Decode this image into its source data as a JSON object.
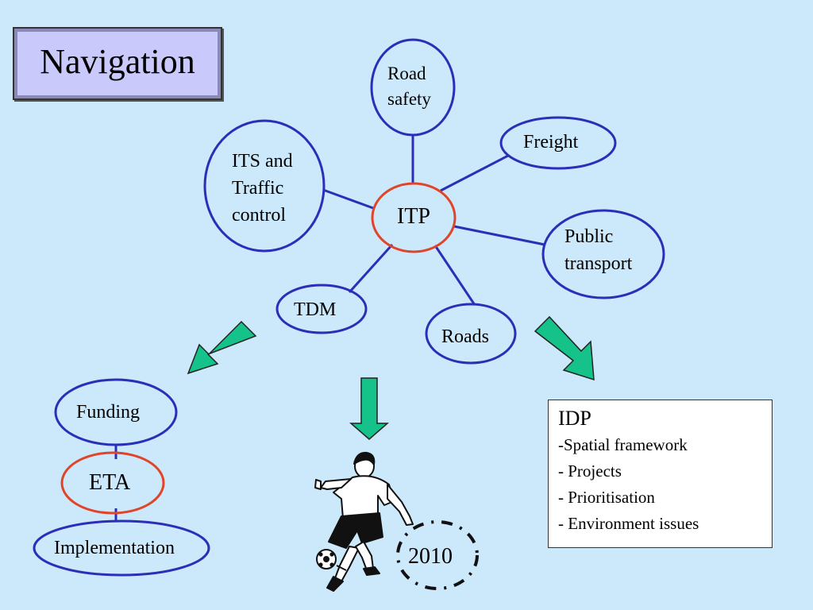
{
  "title": "Navigation",
  "hub": "ITP",
  "nodes": {
    "road_safety": [
      "Road",
      "safety"
    ],
    "freight": "Freight",
    "its": [
      "ITS and",
      "Traffic",
      "control"
    ],
    "public_transport": [
      "Public",
      "transport"
    ],
    "tdm": "TDM",
    "roads": "Roads",
    "funding": "Funding",
    "eta": "ETA",
    "implementation": "Implementation"
  },
  "idp": {
    "title": "IDP",
    "items": [
      "-Spatial framework",
      "- Projects",
      "- Prioritisation",
      "- Environment issues"
    ]
  },
  "year_badge": "2010",
  "colors": {
    "background": "#cce8fb",
    "node_border": "#2b2fb8",
    "hub_border": "#e0452a",
    "arrow_fill": "#14c28a",
    "title_box": "#c9c9fb"
  }
}
